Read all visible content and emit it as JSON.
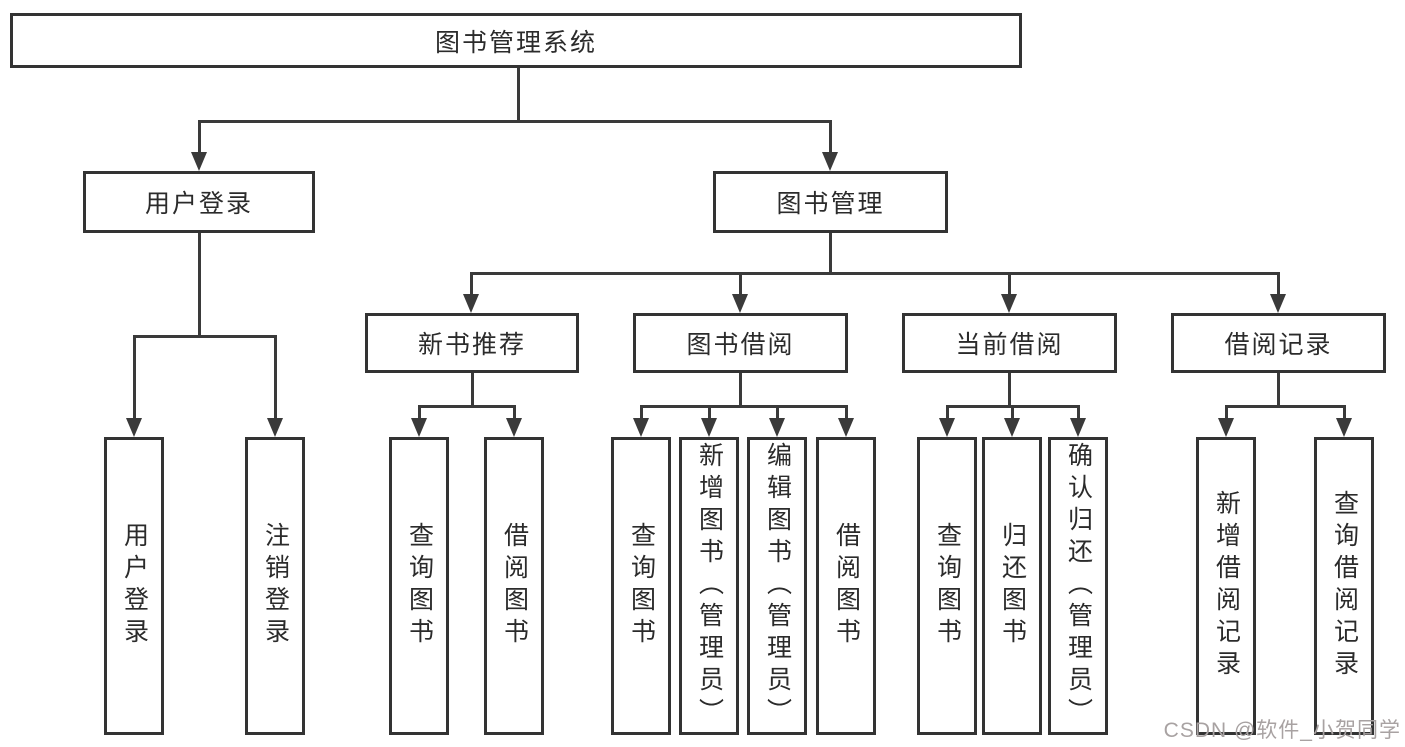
{
  "diagram": {
    "root": "图书管理系统",
    "level2": [
      "用户登录",
      "图书管理"
    ],
    "level3": [
      "新书推荐",
      "图书借阅",
      "当前借阅",
      "借阅记录"
    ],
    "leaves": [
      "用户登录",
      "注销登录",
      "查询图书",
      "借阅图书",
      "查询图书",
      "新增图书（管理员）",
      "编辑图书（管理员）",
      "借阅图书",
      "查询图书",
      "归还图书",
      "确认归还（管理员）",
      "新增借阅记录",
      "查询借阅记录"
    ],
    "colors": {
      "line": "#3a3a3a",
      "box_border": "#333333",
      "text": "#2b2b2b",
      "watermark": "#a8a2a2",
      "background": "#ffffff"
    },
    "watermark": "CSDN @软件_小贺同学"
  }
}
